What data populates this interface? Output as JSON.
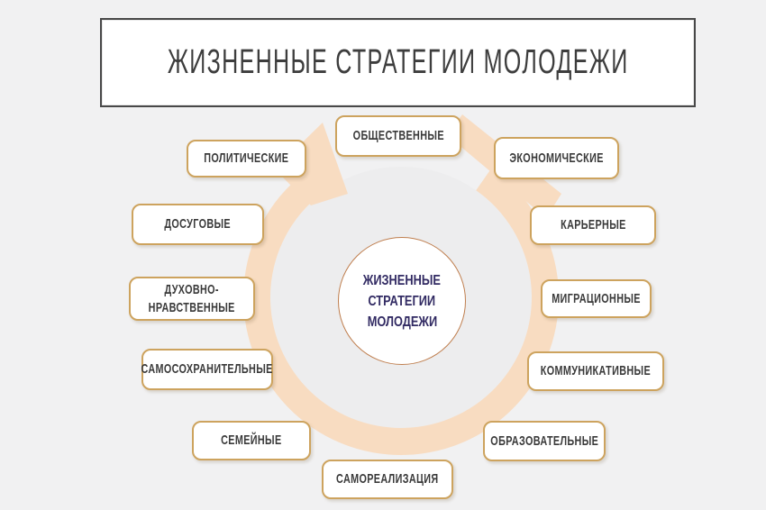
{
  "title": "ЖИЗНЕННЫЕ СТРАТЕГИИ МОЛОДЕЖИ",
  "center": {
    "lines": [
      "ЖИЗНЕННЫЕ",
      "СТРАТЕГИИ",
      "МОЛОДЕЖИ"
    ]
  },
  "nodes": [
    {
      "label": "ОБЩЕСТВЕННЫЕ"
    },
    {
      "label": "ЭКОНОМИЧЕСКИЕ"
    },
    {
      "label": "КАРЬЕРНЫЕ"
    },
    {
      "label": "МИГРАЦИОННЫЕ"
    },
    {
      "label": "КОММУНИКАТИВНЫЕ"
    },
    {
      "label": "ОБРАЗОВАТЕЛЬНЫЕ"
    },
    {
      "label": "САМОРЕАЛИЗАЦИЯ"
    },
    {
      "label": "СЕМЕЙНЫЕ"
    },
    {
      "label": "САМОСОХРАНИТЕЛЬНЫЕ"
    },
    {
      "label": "ДУХОВНО-\nНРАВСТВЕННЫЕ"
    },
    {
      "label": "ДОСУГОВЫЕ"
    },
    {
      "label": "ПОЛИТИЧЕСКИЕ"
    }
  ],
  "colors": {
    "background": "#f1f1f2",
    "ring": "#f8dcc1",
    "ring_inner_fill": "#ededee",
    "node_border": "#cda35e",
    "node_text": "#3a3a3a",
    "center_border": "#bf7e4e",
    "center_text": "#322b63",
    "title_border": "#484848",
    "title_text": "#3d3d3d"
  }
}
